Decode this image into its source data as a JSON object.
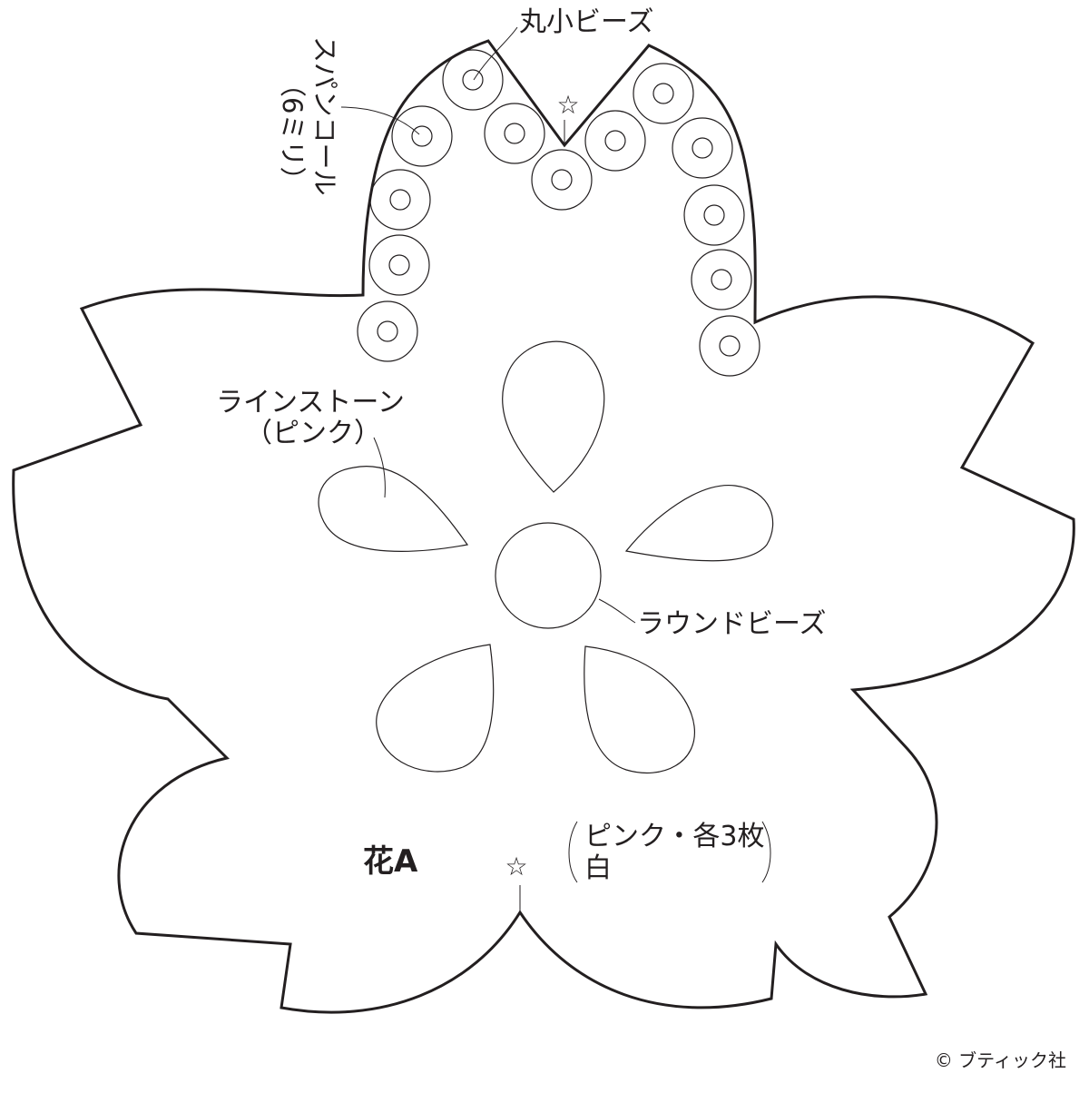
{
  "pattern": {
    "title": "花A",
    "quantity_line1": "ピンク・各3枚",
    "quantity_line2": "白",
    "star_mark": "☆",
    "labels": {
      "small_beads": "丸小ビーズ",
      "sequin_line1": "スパンコール",
      "sequin_line2": "（6ミリ）",
      "rhinestone_line1": "ラインストーン",
      "rhinestone_line2": "（ピンク）",
      "round_bead": "ラウンドビーズ"
    }
  },
  "copyright": "© ブティック社",
  "colors": {
    "line": "#231f20",
    "background": "#ffffff"
  }
}
